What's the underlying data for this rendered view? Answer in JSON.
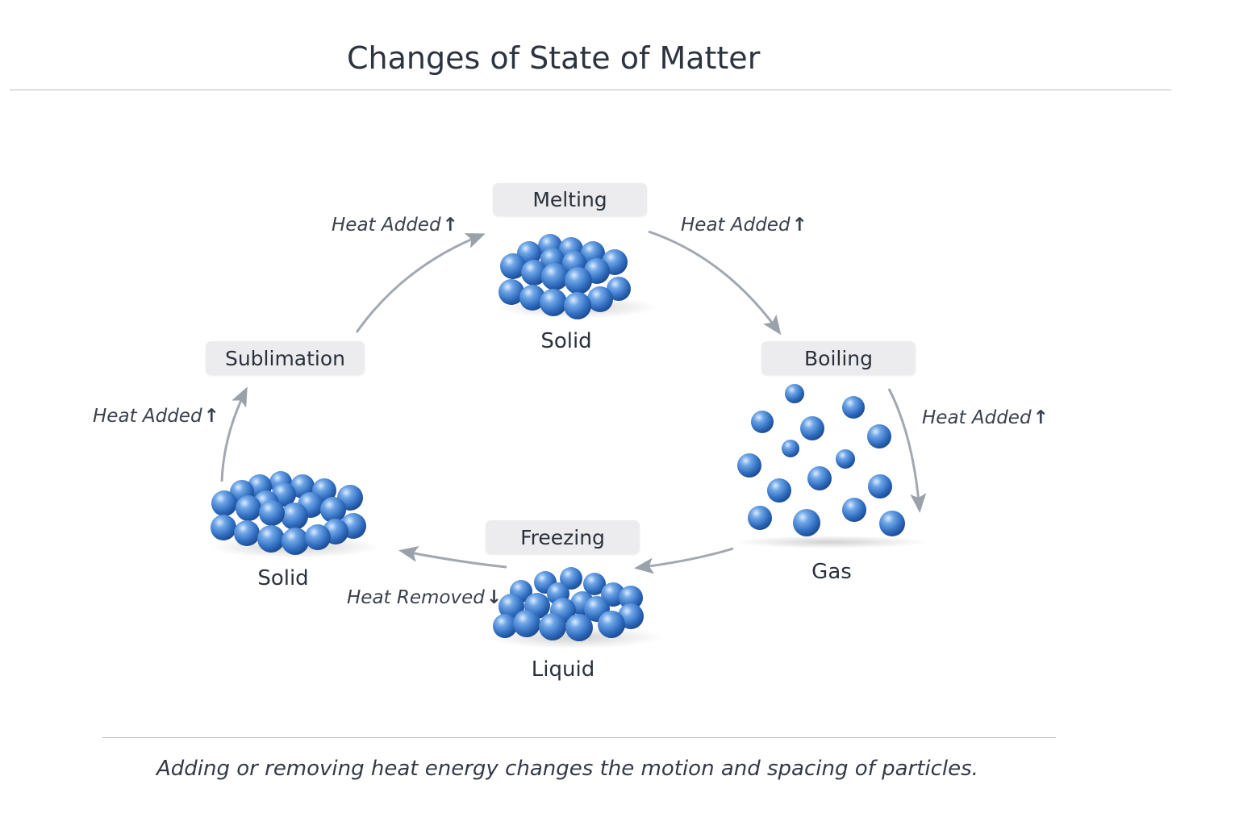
{
  "title": "Changes of State of Matter",
  "caption": "Adding or removing heat energy changes the motion and spacing of particles.",
  "processes": {
    "melting": "Melting",
    "boiling": "Boiling",
    "freezing": "Freezing",
    "sublimation": "Sublimation"
  },
  "states": {
    "top_solid": "Solid",
    "gas": "Gas",
    "liquid": "Liquid",
    "left_solid": "Solid"
  },
  "heat_labels": {
    "added": "Heat Added",
    "removed": "Heat Removed",
    "up_arrow": "↑",
    "down_arrow": "↓"
  },
  "colors": {
    "particle": "#3f7fcf",
    "arrow": "#9aa1a9",
    "label_bg": "#ececee"
  }
}
